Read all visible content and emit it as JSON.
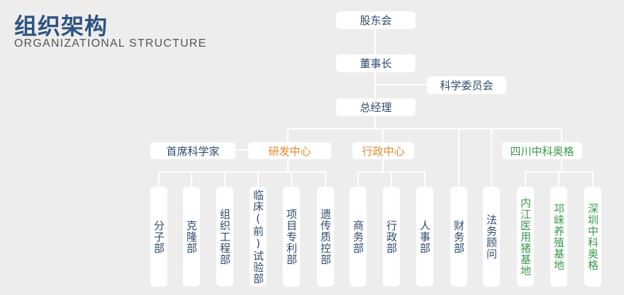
{
  "header": {
    "title_cn": "组织架构",
    "title_en": "ORGANIZATIONAL STRUCTURE"
  },
  "chart": {
    "shareholders": "股东会",
    "chairman": "董事长",
    "science_committee": "科学委员会",
    "general_manager": "总经理",
    "chief_scientist": "首席科学家",
    "rd_center": "研发中心",
    "admin_center": "行政中心",
    "sichuan": "四川中科奥格",
    "departments": [
      "分子部",
      "克隆部",
      "组织工程部",
      "临床(前)试验部",
      "项目专利部",
      "遗传质控部",
      "商务部",
      "行政部",
      "人事部",
      "财务部",
      "法务顾问",
      "内江医用猪基地",
      "邛崃养殖基地",
      "深圳中科奥格"
    ]
  },
  "colors": {
    "title": "#2e5384",
    "text": "#2e4a6e",
    "orange": "#e8862a",
    "green": "#3a9a48",
    "line": "#ffffff",
    "background": "#ededed"
  }
}
